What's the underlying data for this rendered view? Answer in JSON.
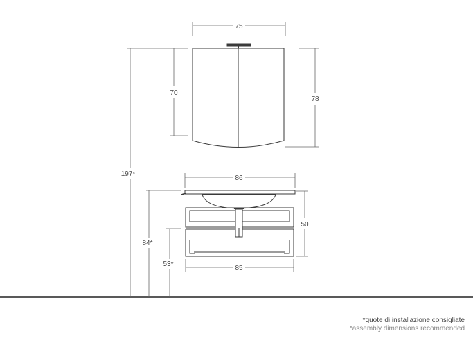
{
  "dimensions": {
    "mirror_width": "75",
    "mirror_height": "70",
    "mirror_height_total": "78",
    "overall_height": "197*",
    "basin_width": "86",
    "cabinet_height": "50",
    "cabinet_width": "85",
    "basin_top_height": "84*",
    "cabinet_bottom_height": "53*"
  },
  "notes": {
    "italian": "*quote di installazione consigliate",
    "english": "*assembly dimensions recommended"
  },
  "colors": {
    "line": "#3a3a3a",
    "dimension": "#666666",
    "floor": "#222222"
  }
}
